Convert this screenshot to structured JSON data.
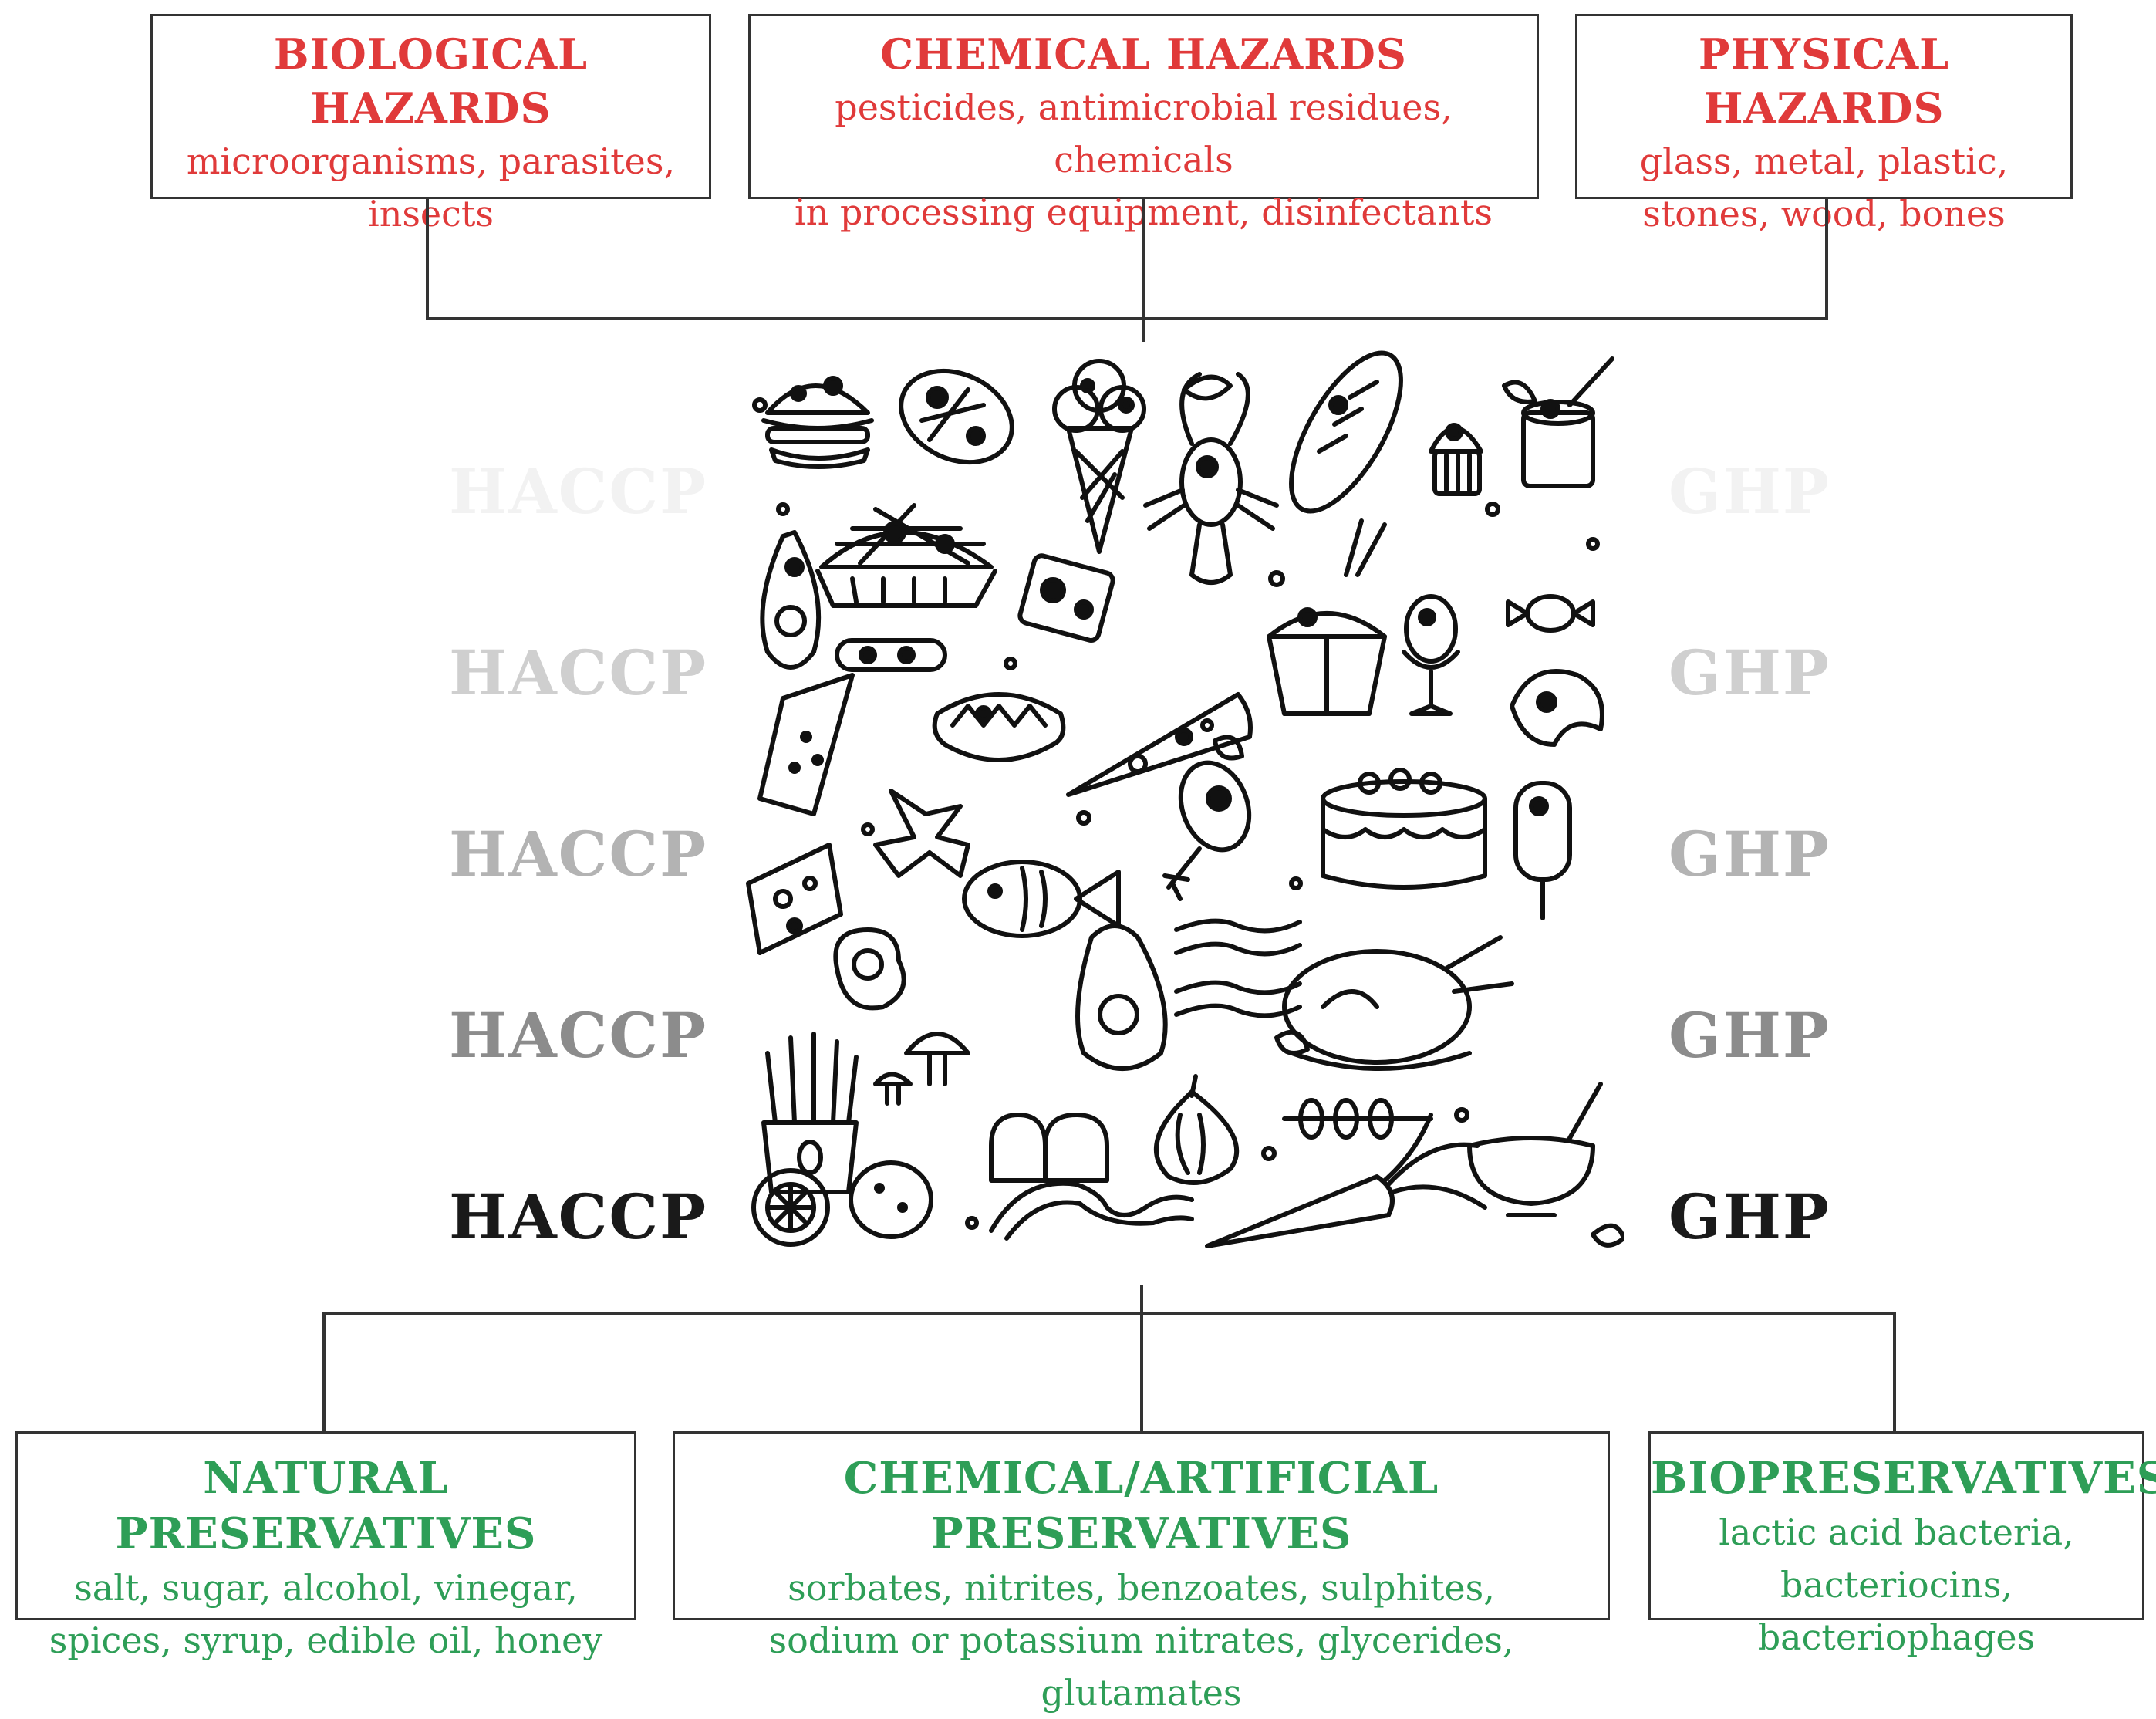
{
  "hazards": [
    {
      "title": "BIOLOGICAL HAZARDS",
      "line1": "microorganisms, parasites,",
      "line2": "insects"
    },
    {
      "title": "CHEMICAL HAZARDS",
      "line1": "pesticides, antimicrobial residues, chemicals",
      "line2": "in processing equipment, disinfectants"
    },
    {
      "title": "PHYSICAL HAZARDS",
      "line1": "glass, metal, plastic,",
      "line2": "stones, wood, bones"
    }
  ],
  "preservatives": [
    {
      "title": "NATURAL PRESERVATIVES",
      "line1": "salt, sugar, alcohol, vinegar,",
      "line2": "spices, syrup, edible oil, honey"
    },
    {
      "title": "CHEMICAL/ARTIFICIAL PRESERVATIVES",
      "line1": "sorbates, nitrites, benzoates, sulphites,",
      "line2": "sodium or potassium nitrates, glycerides, glutamates"
    },
    {
      "title": "BIOPRESERVATIVES",
      "line1": "lactic acid bacteria,",
      "line2": "bacteriocins, bacteriophages"
    }
  ],
  "left_labels": [
    "HACCP",
    "HACCP",
    "HACCP",
    "HACCP",
    "HACCP"
  ],
  "right_labels": [
    "GHP",
    "GHP",
    "GHP",
    "GHP",
    "GHP"
  ],
  "colors": {
    "hazard": "#e03a3a",
    "preservative": "#2e9e57",
    "label_fade": [
      "#f2f2f2",
      "#cfcfcf",
      "#b3b3b3",
      "#8c8c8c",
      "#1a1a1a"
    ]
  },
  "illustration": "food-doodle-icons"
}
